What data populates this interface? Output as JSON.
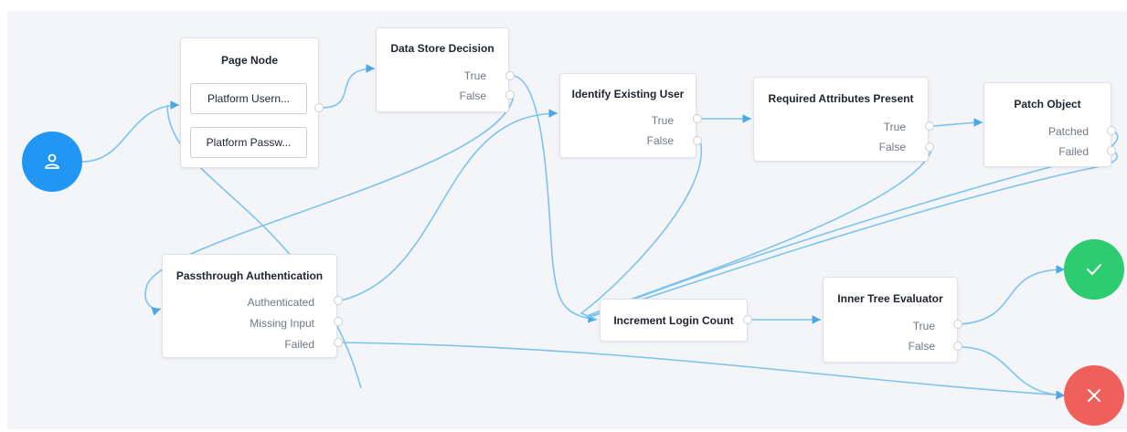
{
  "nodes": {
    "page_node": {
      "title": "Page Node",
      "callbacks": [
        "Platform Usern...",
        "Platform Passw..."
      ]
    },
    "data_store_decision": {
      "title": "Data Store Decision",
      "outcomes": [
        "True",
        "False"
      ]
    },
    "identify_existing_user": {
      "title": "Identify Existing User",
      "outcomes": [
        "True",
        "False"
      ]
    },
    "required_attributes_present": {
      "title": "Required Attributes Present",
      "outcomes": [
        "True",
        "False"
      ]
    },
    "patch_object": {
      "title": "Patch Object",
      "outcomes": [
        "Patched",
        "Failed"
      ]
    },
    "passthrough_authentication": {
      "title": "Passthrough Authentication",
      "outcomes": [
        "Authenticated",
        "Missing Input",
        "Failed"
      ]
    },
    "increment_login_count": {
      "title": "Increment Login Count"
    },
    "inner_tree_evaluator": {
      "title": "Inner Tree Evaluator",
      "outcomes": [
        "True",
        "False"
      ]
    }
  },
  "terminals": {
    "start": {
      "icon": "user-icon",
      "color": "#2196f3"
    },
    "success": {
      "icon": "check-icon",
      "color": "#2ecc71"
    },
    "failure": {
      "icon": "close-icon",
      "color": "#f0605a"
    }
  },
  "wire_color": "#7cc4ee"
}
